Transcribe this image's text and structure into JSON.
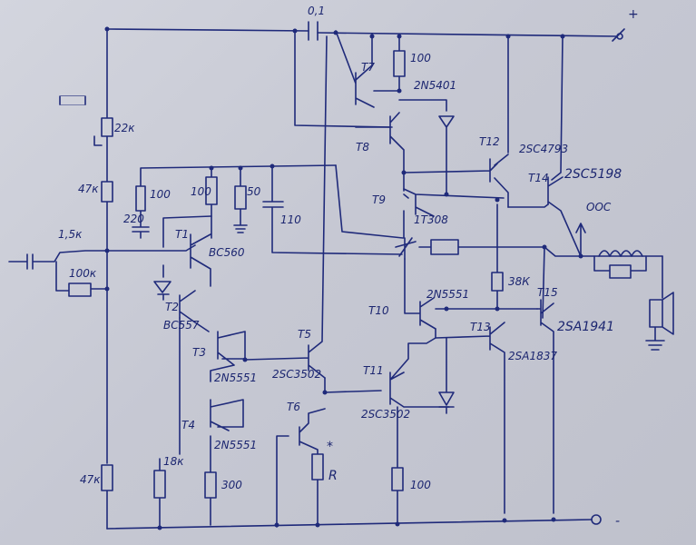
{
  "colors": {
    "ink": "#1f2a7a",
    "paper": "#c9cbd6"
  },
  "terminals": {
    "plus": "+",
    "minus": "-"
  },
  "labels": {
    "c_top": "0,1",
    "r_22k": "22к",
    "r_47k_top": "47к",
    "r_1_5k": "1,5к",
    "r_100k": "100к",
    "r_100_a": "100",
    "c_220": "220",
    "r_100_b": "100",
    "r_50": "50",
    "c_110": "110",
    "t1": "T1",
    "t1_type": "BC560",
    "t2": "T2",
    "t2_type": "BC557",
    "t3": "T3",
    "t3_type": "2N5551",
    "t4": "T4",
    "t4_type": "2N5551",
    "t5": "T5",
    "t5_type": "2SC3502",
    "t6": "T6",
    "r_star": "*",
    "r_R": "R",
    "r_47k_bottom": "47к",
    "r_18k": "18к",
    "r_300": "300",
    "t7": "T7",
    "t7_type": "2N5401",
    "r_100_top": "100",
    "t8": "T8",
    "t9": "T9",
    "t9_type": "1T308",
    "t10": "T10",
    "t10_type": "2N5551",
    "t11": "T11",
    "t11_type": "2SC3502",
    "r_100_bottom": "100",
    "t12": "T12",
    "t12_type": "2SC4793",
    "t13": "T13",
    "t13_type": "2SA1837",
    "t14": "T14",
    "t14_type": "2SC5198",
    "t15": "T15",
    "t15_type": "2SA1941",
    "r_38k": "38К",
    "ooc": "ООС"
  }
}
